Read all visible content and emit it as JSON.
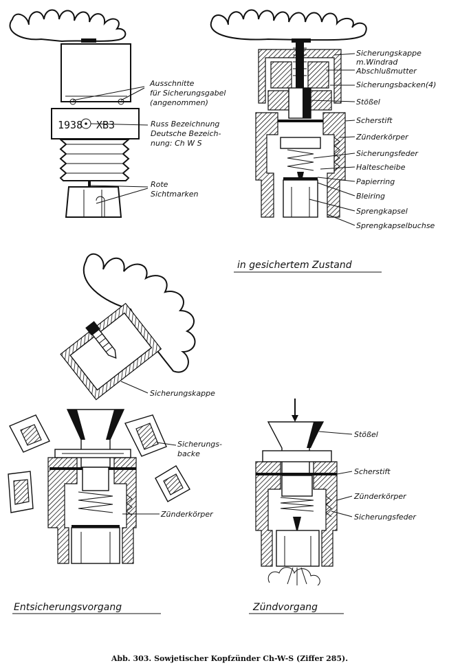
{
  "stamp": {
    "year": "1938",
    "code": "XB3"
  },
  "exterior_labels": {
    "cutouts_1": "Ausschnitte",
    "cutouts_2": "für Sicherungsgabel",
    "cutouts_3": "(angenommen)",
    "russ_1": "Russ Bezeichnung",
    "russ_2": "Deutsche Bezeich-",
    "russ_3": "nung: Ch W S",
    "rote_1": "Rote",
    "rote_2": "Sichtmarken"
  },
  "section_labels": {
    "kappe_1": "Sicherungskappe",
    "kappe_2": "m.Windrad",
    "abschluss": "Abschlußmutter",
    "backen": "Sicherungsbacken(4)",
    "stoessel": "Stößel",
    "scherstift": "Scherstift",
    "koerper": "Zünderkörper",
    "feder": "Sicherungsfeder",
    "haltescheibe": "Haltescheibe",
    "papierring": "Papierring",
    "bleiring": "Bleiring",
    "sprengkapsel": "Sprengkapsel",
    "buchse": "Sprengkapselbuchse"
  },
  "state_caption": "in gesichertem Zustand",
  "cap_label": "Sicherungskappe",
  "disarm_labels": {
    "backe_1": "Sicherungs-",
    "backe_2": "backe",
    "koerper": "Zünderkörper"
  },
  "fire_labels": {
    "stoessel": "Stößel",
    "scherstift": "Scherstift",
    "koerper": "Zünderkörper",
    "feder": "Sicherungsfeder"
  },
  "captions": {
    "disarm": "Entsicherungsvorgang",
    "fire": "Zündvorgang",
    "figure": "Abb. 303.  Sowjetischer Kopfzünder Ch-W-S  (Ziffer 285)."
  }
}
